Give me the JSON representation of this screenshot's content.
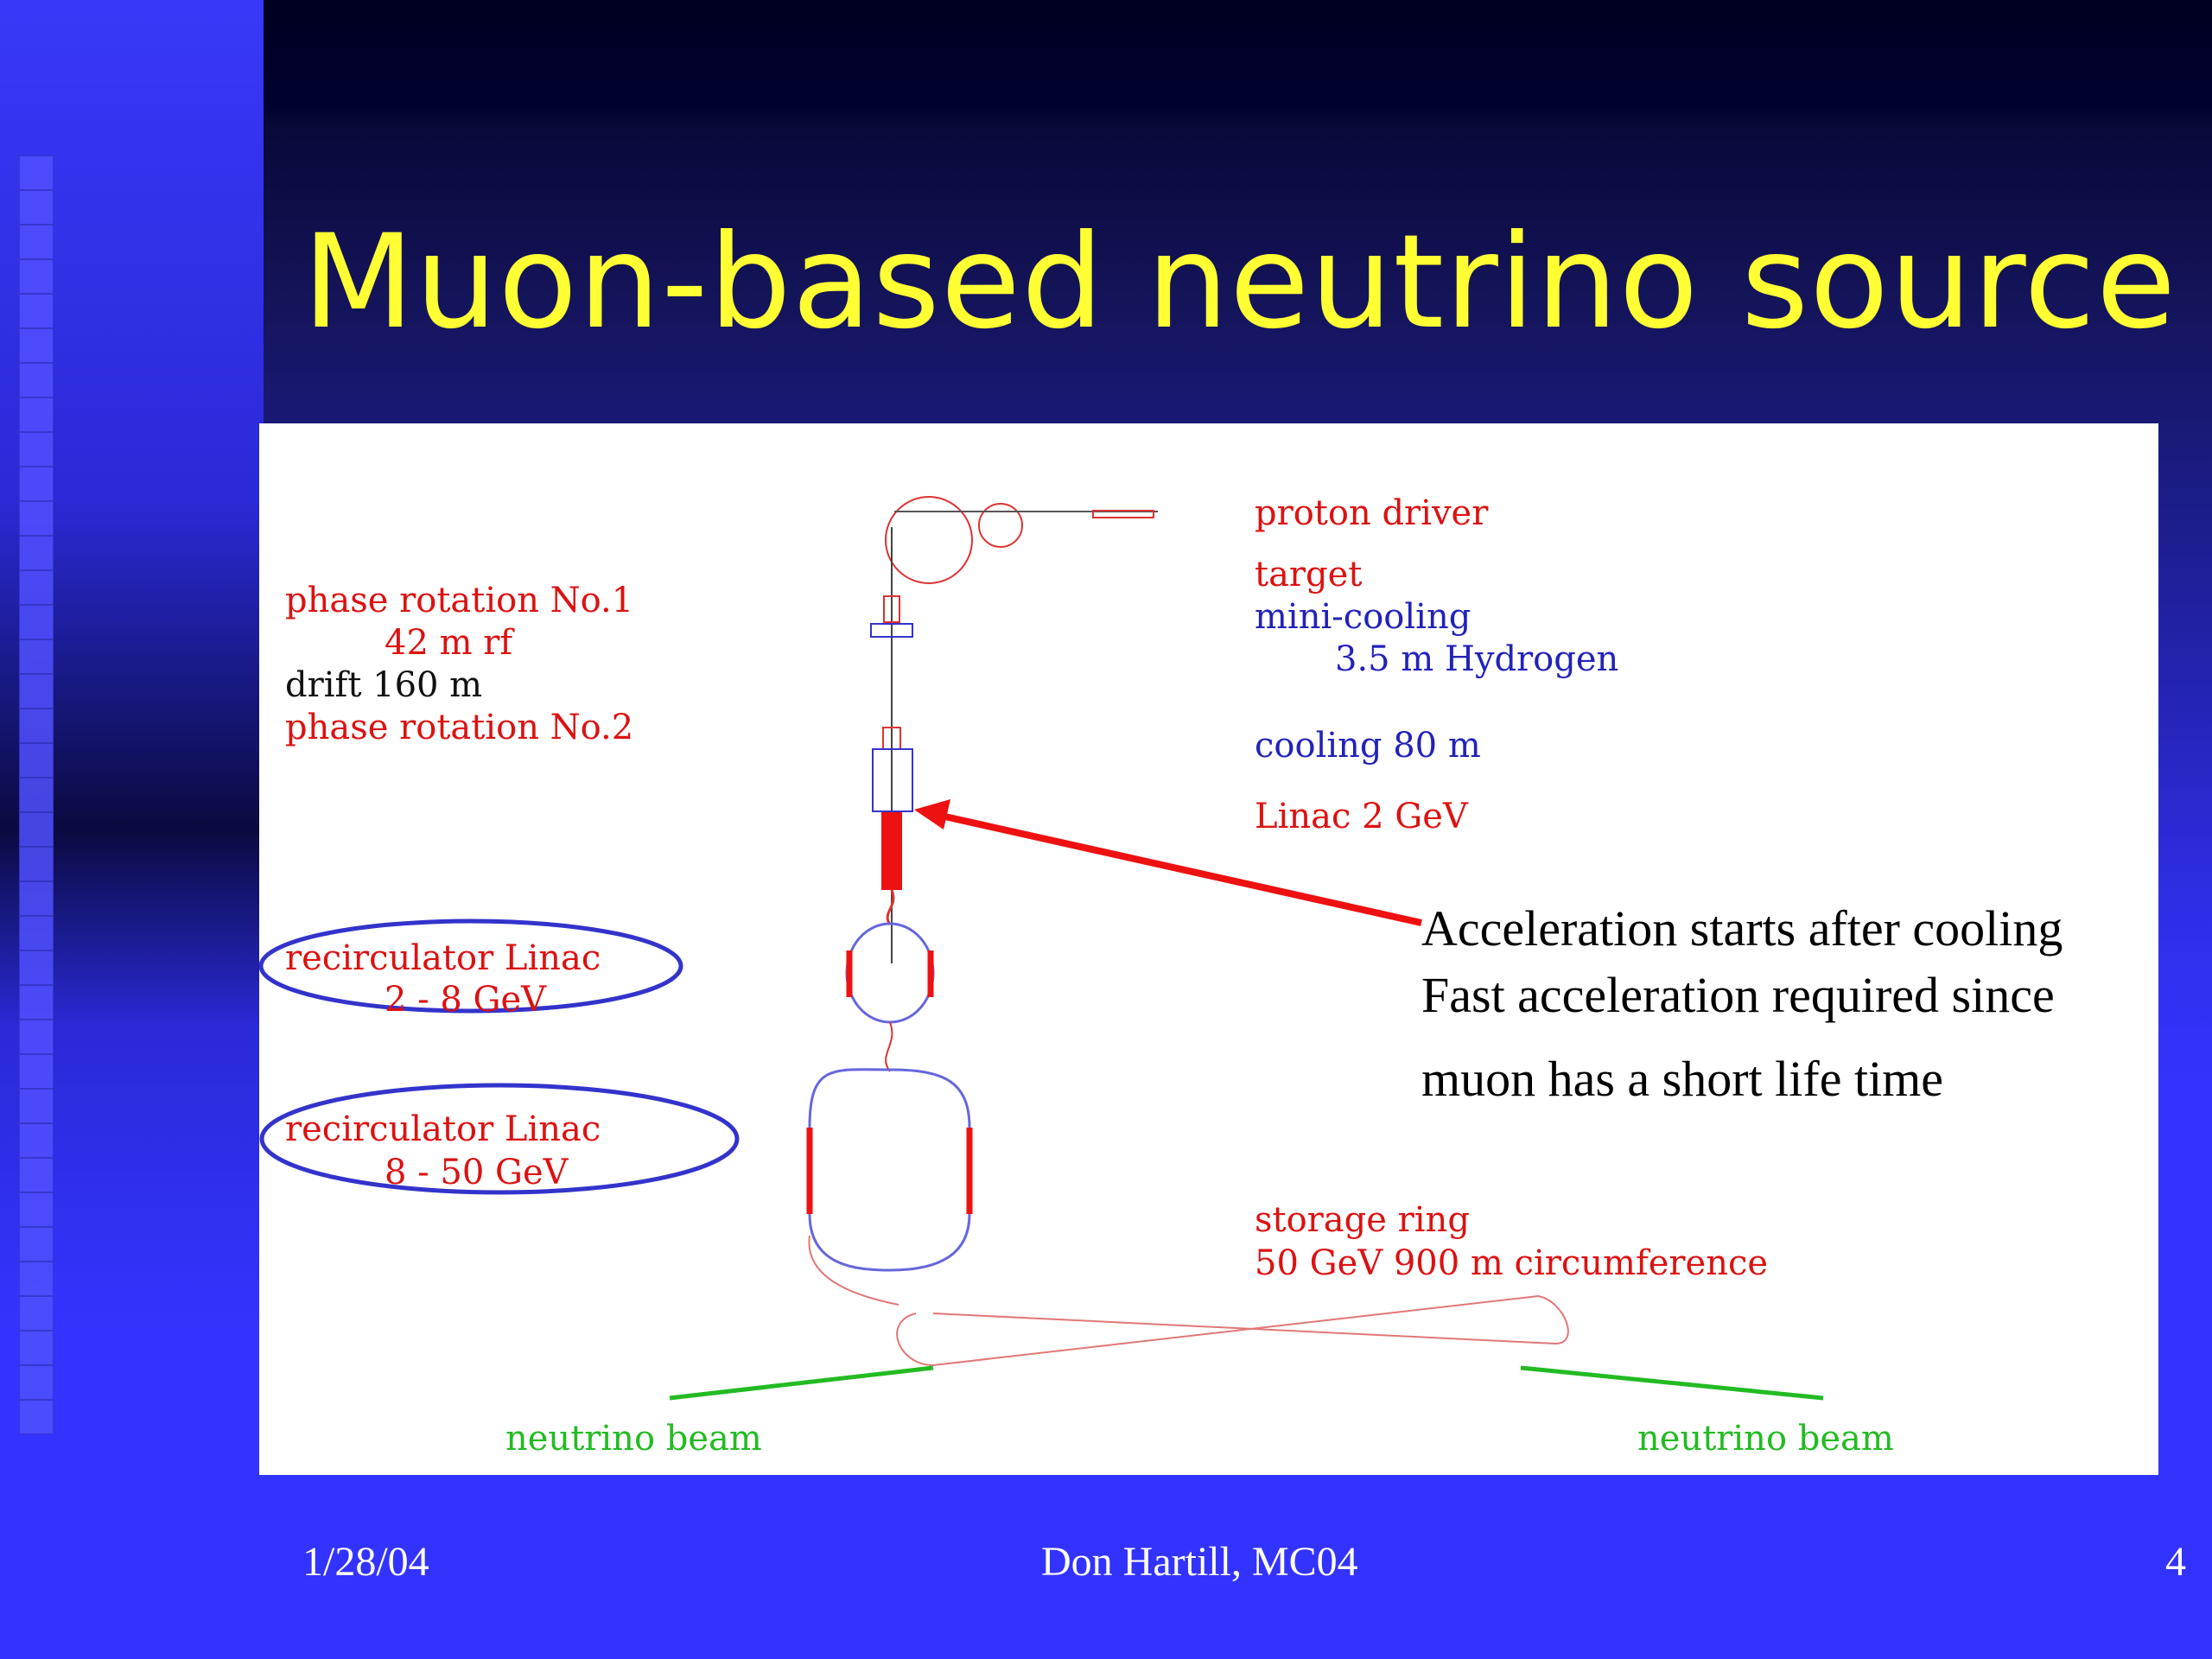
{
  "slide": {
    "title": "Muon-based neutrino source"
  },
  "diagram": {
    "labels_left": {
      "phase1": "phase rotation No.1",
      "phase1_rf": "42 m rf",
      "drift": "drift  160 m",
      "phase2": "phase rotation No.2",
      "recirc1_a": "recirculator Linac",
      "recirc1_b": "2 - 8 GeV",
      "recirc2_a": "recirculator Linac",
      "recirc2_b": "8 - 50 GeV"
    },
    "labels_right": {
      "proton_driver": "proton driver",
      "target": "target",
      "mini_cooling": "mini-cooling",
      "hydrogen": "3.5 m Hydrogen",
      "cooling": "cooling  80 m",
      "linac": "Linac  2 GeV",
      "storage_ring": "storage ring",
      "storage_spec": "50 GeV   900 m circumference"
    },
    "beams": {
      "left": "neutrino beam",
      "right": "neutrino beam"
    },
    "annotation": {
      "line1": "Acceleration starts after cooling",
      "line2": "Fast acceleration required since",
      "line3": "muon has a short life time"
    },
    "colors": {
      "red_text": "#dd1111",
      "blue_text": "#2222bb",
      "green_text": "#22bb22",
      "ellipse": "#3333cc",
      "arrow": "#ee1111"
    }
  },
  "footer": {
    "date": "1/28/04",
    "author": "Don Hartill,   MC04",
    "page": "4"
  }
}
